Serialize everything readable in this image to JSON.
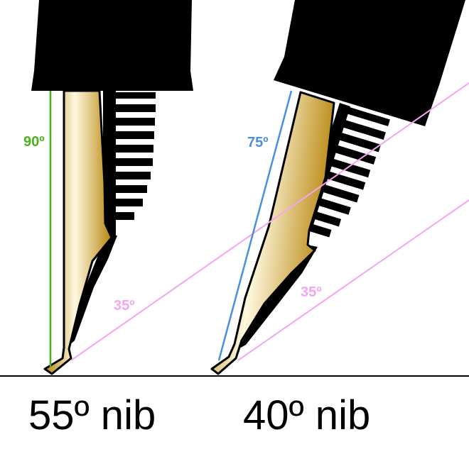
{
  "colors": {
    "vertical_line": "#4caf20",
    "holder_line": "#4a8fe0",
    "nib_line": "#f3a6f0",
    "ink": "#000000",
    "gold_dark": "#b88a10",
    "gold_light": "#fff7dc",
    "baseline": "#000000"
  },
  "left": {
    "angle_vertical": "90º",
    "angle_nib": "35º",
    "caption": "55º nib"
  },
  "right": {
    "angle_holder": "75º",
    "angle_nib": "35º",
    "caption": "40º nib"
  },
  "icons": {
    "pen_holder": "pen-grip",
    "feed": "ink-feed-fins",
    "nib": "gold-nib"
  }
}
